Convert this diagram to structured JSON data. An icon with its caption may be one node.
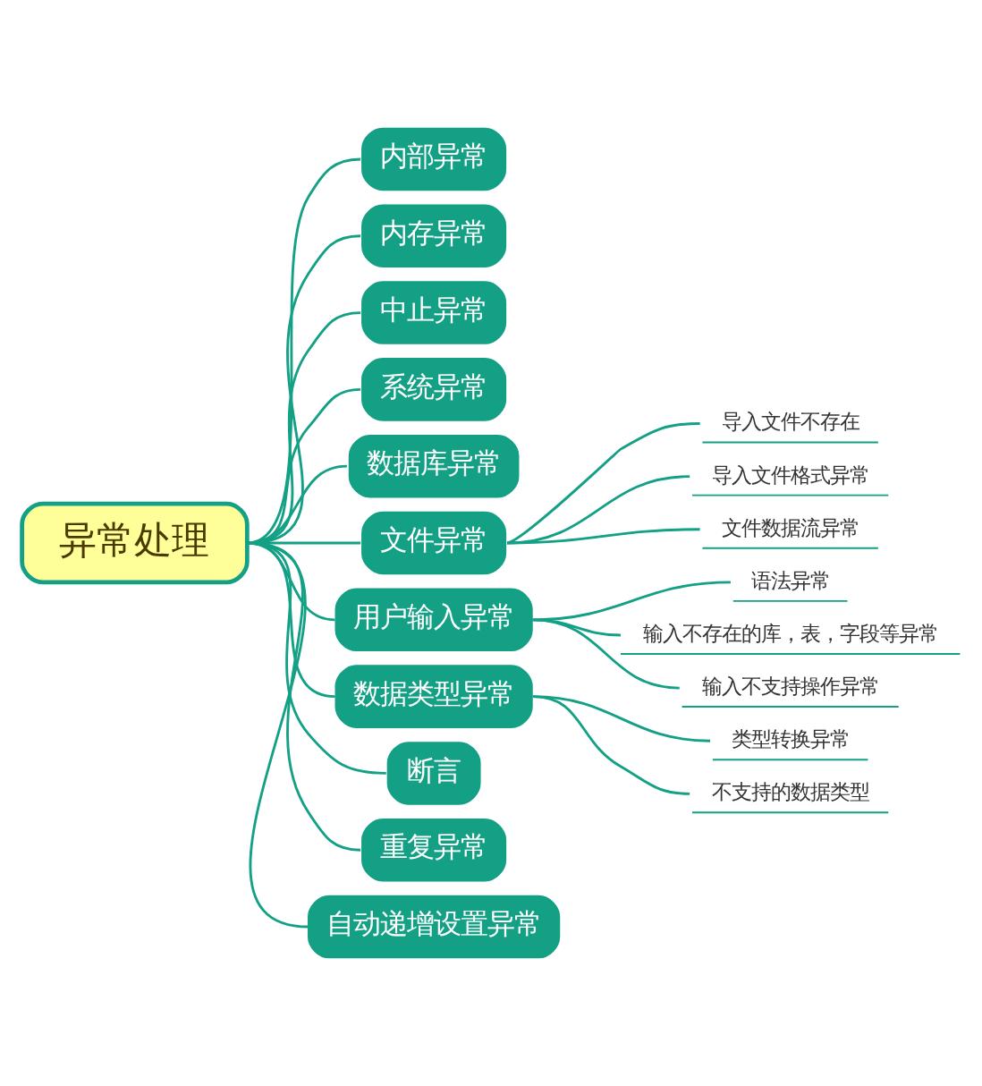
{
  "diagram": {
    "nodes": [
      {
        "text": [
          "异常处理"
        ]
      },
      {
        "text": [
          "内部异常"
        ]
      },
      {
        "text": [
          "内存异常"
        ]
      },
      {
        "text": [
          "中止异常"
        ]
      },
      {
        "text": [
          "系统异常"
        ]
      },
      {
        "text": [
          "数据库异常"
        ]
      },
      {
        "text": [
          "文件异常"
        ]
      },
      {
        "text": [
          "导入文件不存在"
        ]
      },
      {
        "text": [
          "导入文件格式异常"
        ]
      },
      {
        "text": [
          "文件数据流异常"
        ]
      },
      {
        "text": [
          "用户输入异常"
        ]
      },
      {
        "text": [
          "语法异常"
        ]
      },
      {
        "text": [
          "输入不存在的库，表，字段等异常"
        ]
      },
      {
        "text": [
          "输入不支持操作异常"
        ]
      },
      {
        "text": [
          "数据类型异常"
        ]
      },
      {
        "text": [
          "类型转换异常"
        ]
      },
      {
        "text": [
          "不支持的数据类型"
        ]
      },
      {
        "text": [
          "断言"
        ]
      },
      {
        "text": [
          "重复异常"
        ]
      },
      {
        "text": [
          "自动递增设置异常"
        ]
      }
    ],
    "edges": [
      {
        "from": 0,
        "to": 1,
        "arrow": "none"
      },
      {
        "from": 0,
        "to": 2,
        "arrow": "none"
      },
      {
        "from": 0,
        "to": 3,
        "arrow": "none"
      },
      {
        "from": 0,
        "to": 4,
        "arrow": "none"
      },
      {
        "from": 0,
        "to": 5,
        "arrow": "none"
      },
      {
        "from": 0,
        "to": 6,
        "arrow": "none"
      },
      {
        "from": 6,
        "to": 7,
        "arrow": "none"
      },
      {
        "from": 6,
        "to": 8,
        "arrow": "none"
      },
      {
        "from": 6,
        "to": 9,
        "arrow": "none"
      },
      {
        "from": 0,
        "to": 10,
        "arrow": "none"
      },
      {
        "from": 10,
        "to": 11,
        "arrow": "none"
      },
      {
        "from": 10,
        "to": 12,
        "arrow": "none"
      },
      {
        "from": 10,
        "to": 13,
        "arrow": "none"
      },
      {
        "from": 0,
        "to": 14,
        "arrow": "none"
      },
      {
        "from": 14,
        "to": 15,
        "arrow": "none"
      },
      {
        "from": 14,
        "to": 16,
        "arrow": "none"
      },
      {
        "from": 0,
        "to": 17,
        "arrow": "none"
      },
      {
        "from": 0,
        "to": 18,
        "arrow": "none"
      },
      {
        "from": 0,
        "to": 19,
        "arrow": "none"
      }
    ]
  }
}
